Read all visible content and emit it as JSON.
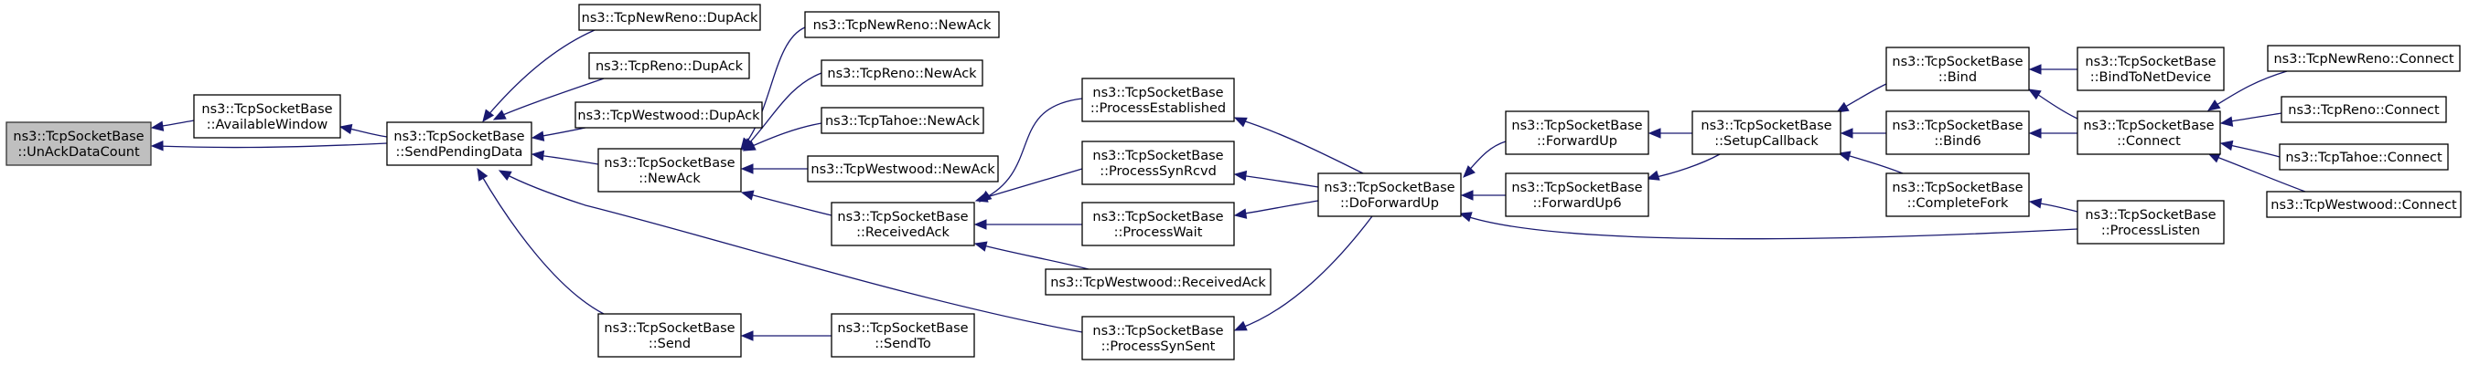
{
  "diagram": {
    "type": "call-graph",
    "edge_color": "#191970",
    "root_fill": "#bfbfbf",
    "nodes": [
      {
        "id": "unack",
        "lines": [
          "ns3::TcpSocketBase",
          "::UnAckDataCount"
        ],
        "root": true
      },
      {
        "id": "avail",
        "lines": [
          "ns3::TcpSocketBase",
          "::AvailableWindow"
        ]
      },
      {
        "id": "sendpend",
        "lines": [
          "ns3::TcpSocketBase",
          "::SendPendingData"
        ]
      },
      {
        "id": "nr_dupack",
        "lines": [
          "ns3::TcpNewReno::DupAck"
        ]
      },
      {
        "id": "reno_dupack",
        "lines": [
          "ns3::TcpReno::DupAck"
        ]
      },
      {
        "id": "ww_dupack",
        "lines": [
          "ns3::TcpWestwood::DupAck"
        ]
      },
      {
        "id": "newack",
        "lines": [
          "ns3::TcpSocketBase",
          "::NewAck"
        ]
      },
      {
        "id": "send",
        "lines": [
          "ns3::TcpSocketBase",
          "::Send"
        ]
      },
      {
        "id": "nr_newack",
        "lines": [
          "ns3::TcpNewReno::NewAck"
        ]
      },
      {
        "id": "reno_newack",
        "lines": [
          "ns3::TcpReno::NewAck"
        ]
      },
      {
        "id": "tahoe_newack",
        "lines": [
          "ns3::TcpTahoe::NewAck"
        ]
      },
      {
        "id": "ww_newack",
        "lines": [
          "ns3::TcpWestwood::NewAck"
        ]
      },
      {
        "id": "recvack",
        "lines": [
          "ns3::TcpSocketBase",
          "::ReceivedAck"
        ]
      },
      {
        "id": "sendto",
        "lines": [
          "ns3::TcpSocketBase",
          "::SendTo"
        ]
      },
      {
        "id": "procest",
        "lines": [
          "ns3::TcpSocketBase",
          "::ProcessEstablished"
        ]
      },
      {
        "id": "procsynrcvd",
        "lines": [
          "ns3::TcpSocketBase",
          "::ProcessSynRcvd"
        ]
      },
      {
        "id": "procwait",
        "lines": [
          "ns3::TcpSocketBase",
          "::ProcessWait"
        ]
      },
      {
        "id": "ww_recvack",
        "lines": [
          "ns3::TcpWestwood::ReceivedAck"
        ]
      },
      {
        "id": "procsynsent",
        "lines": [
          "ns3::TcpSocketBase",
          "::ProcessSynSent"
        ]
      },
      {
        "id": "dofwdup",
        "lines": [
          "ns3::TcpSocketBase",
          "::DoForwardUp"
        ]
      },
      {
        "id": "fwdup",
        "lines": [
          "ns3::TcpSocketBase",
          "::ForwardUp"
        ]
      },
      {
        "id": "fwdup6",
        "lines": [
          "ns3::TcpSocketBase",
          "::ForwardUp6"
        ]
      },
      {
        "id": "setupcb",
        "lines": [
          "ns3::TcpSocketBase",
          "::SetupCallback"
        ]
      },
      {
        "id": "bind",
        "lines": [
          "ns3::TcpSocketBase",
          "::Bind"
        ]
      },
      {
        "id": "bind6",
        "lines": [
          "ns3::TcpSocketBase",
          "::Bind6"
        ]
      },
      {
        "id": "complfork",
        "lines": [
          "ns3::TcpSocketBase",
          "::CompleteFork"
        ]
      },
      {
        "id": "bindnetdev",
        "lines": [
          "ns3::TcpSocketBase",
          "::BindToNetDevice"
        ]
      },
      {
        "id": "connect",
        "lines": [
          "ns3::TcpSocketBase",
          "::Connect"
        ]
      },
      {
        "id": "proclisten",
        "lines": [
          "ns3::TcpSocketBase",
          "::ProcessListen"
        ]
      },
      {
        "id": "nr_connect",
        "lines": [
          "ns3::TcpNewReno::Connect"
        ]
      },
      {
        "id": "reno_connect",
        "lines": [
          "ns3::TcpReno::Connect"
        ]
      },
      {
        "id": "tahoe_connect",
        "lines": [
          "ns3::TcpTahoe::Connect"
        ]
      },
      {
        "id": "ww_connect",
        "lines": [
          "ns3::TcpWestwood::Connect"
        ]
      }
    ],
    "edges": [
      {
        "from": "avail",
        "to": "unack"
      },
      {
        "from": "sendpend",
        "to": "unack"
      },
      {
        "from": "sendpend",
        "to": "avail"
      },
      {
        "from": "nr_dupack",
        "to": "sendpend"
      },
      {
        "from": "reno_dupack",
        "to": "sendpend"
      },
      {
        "from": "ww_dupack",
        "to": "sendpend"
      },
      {
        "from": "newack",
        "to": "sendpend"
      },
      {
        "from": "send",
        "to": "sendpend"
      },
      {
        "from": "procsynsent",
        "to": "sendpend"
      },
      {
        "from": "nr_newack",
        "to": "newack"
      },
      {
        "from": "reno_newack",
        "to": "newack"
      },
      {
        "from": "tahoe_newack",
        "to": "newack"
      },
      {
        "from": "ww_newack",
        "to": "newack"
      },
      {
        "from": "recvack",
        "to": "newack"
      },
      {
        "from": "sendto",
        "to": "send"
      },
      {
        "from": "procest",
        "to": "recvack"
      },
      {
        "from": "procsynrcvd",
        "to": "recvack"
      },
      {
        "from": "procwait",
        "to": "recvack"
      },
      {
        "from": "ww_recvack",
        "to": "recvack"
      },
      {
        "from": "dofwdup",
        "to": "procest"
      },
      {
        "from": "dofwdup",
        "to": "procsynrcvd"
      },
      {
        "from": "dofwdup",
        "to": "procwait"
      },
      {
        "from": "dofwdup",
        "to": "procsynsent"
      },
      {
        "from": "fwdup",
        "to": "dofwdup"
      },
      {
        "from": "fwdup6",
        "to": "dofwdup"
      },
      {
        "from": "proclisten",
        "to": "dofwdup"
      },
      {
        "from": "setupcb",
        "to": "fwdup"
      },
      {
        "from": "setupcb",
        "to": "fwdup6"
      },
      {
        "from": "bind",
        "to": "setupcb"
      },
      {
        "from": "bind6",
        "to": "setupcb"
      },
      {
        "from": "complfork",
        "to": "setupcb"
      },
      {
        "from": "bindnetdev",
        "to": "bind"
      },
      {
        "from": "connect",
        "to": "bind"
      },
      {
        "from": "connect",
        "to": "bind6"
      },
      {
        "from": "proclisten",
        "to": "complfork"
      },
      {
        "from": "nr_connect",
        "to": "connect"
      },
      {
        "from": "reno_connect",
        "to": "connect"
      },
      {
        "from": "tahoe_connect",
        "to": "connect"
      },
      {
        "from": "ww_connect",
        "to": "connect"
      }
    ]
  }
}
